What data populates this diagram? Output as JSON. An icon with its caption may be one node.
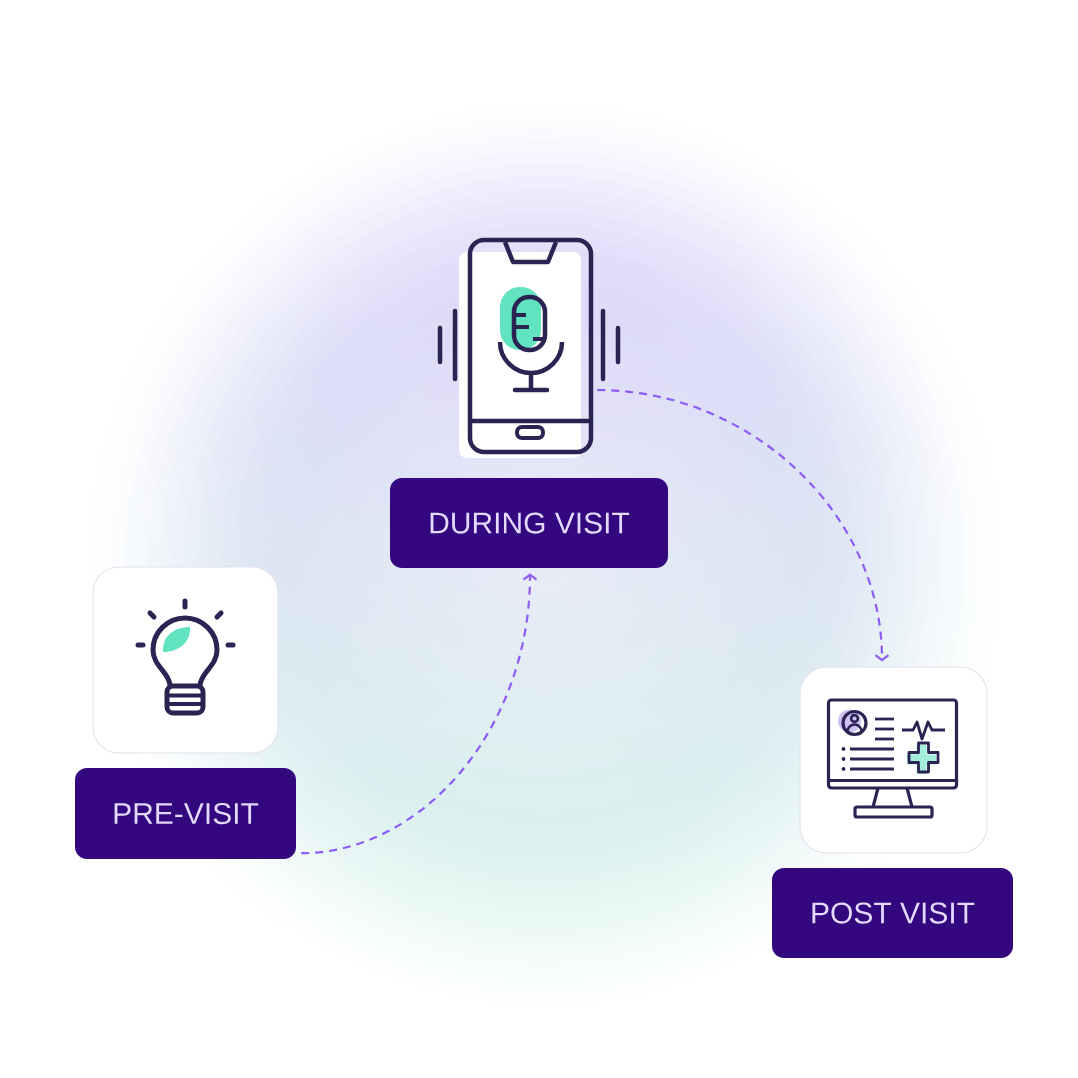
{
  "diagram": {
    "nodes": [
      {
        "text": [],
        "shape": "picture"
      },
      {
        "text": [
          "PRE-VISIT"
        ]
      },
      {
        "text": [],
        "shape": "picture"
      },
      {
        "text": [
          "DURING VISIT"
        ]
      },
      {
        "text": [],
        "shape": "picture"
      },
      {
        "text": [
          "POST VISIT"
        ]
      }
    ],
    "edges": [
      {
        "from": 1,
        "to": 3,
        "arrow": "to",
        "style": "dashed"
      },
      {
        "from": 2,
        "to": 4,
        "arrow": "to",
        "style": "dashed"
      }
    ]
  }
}
